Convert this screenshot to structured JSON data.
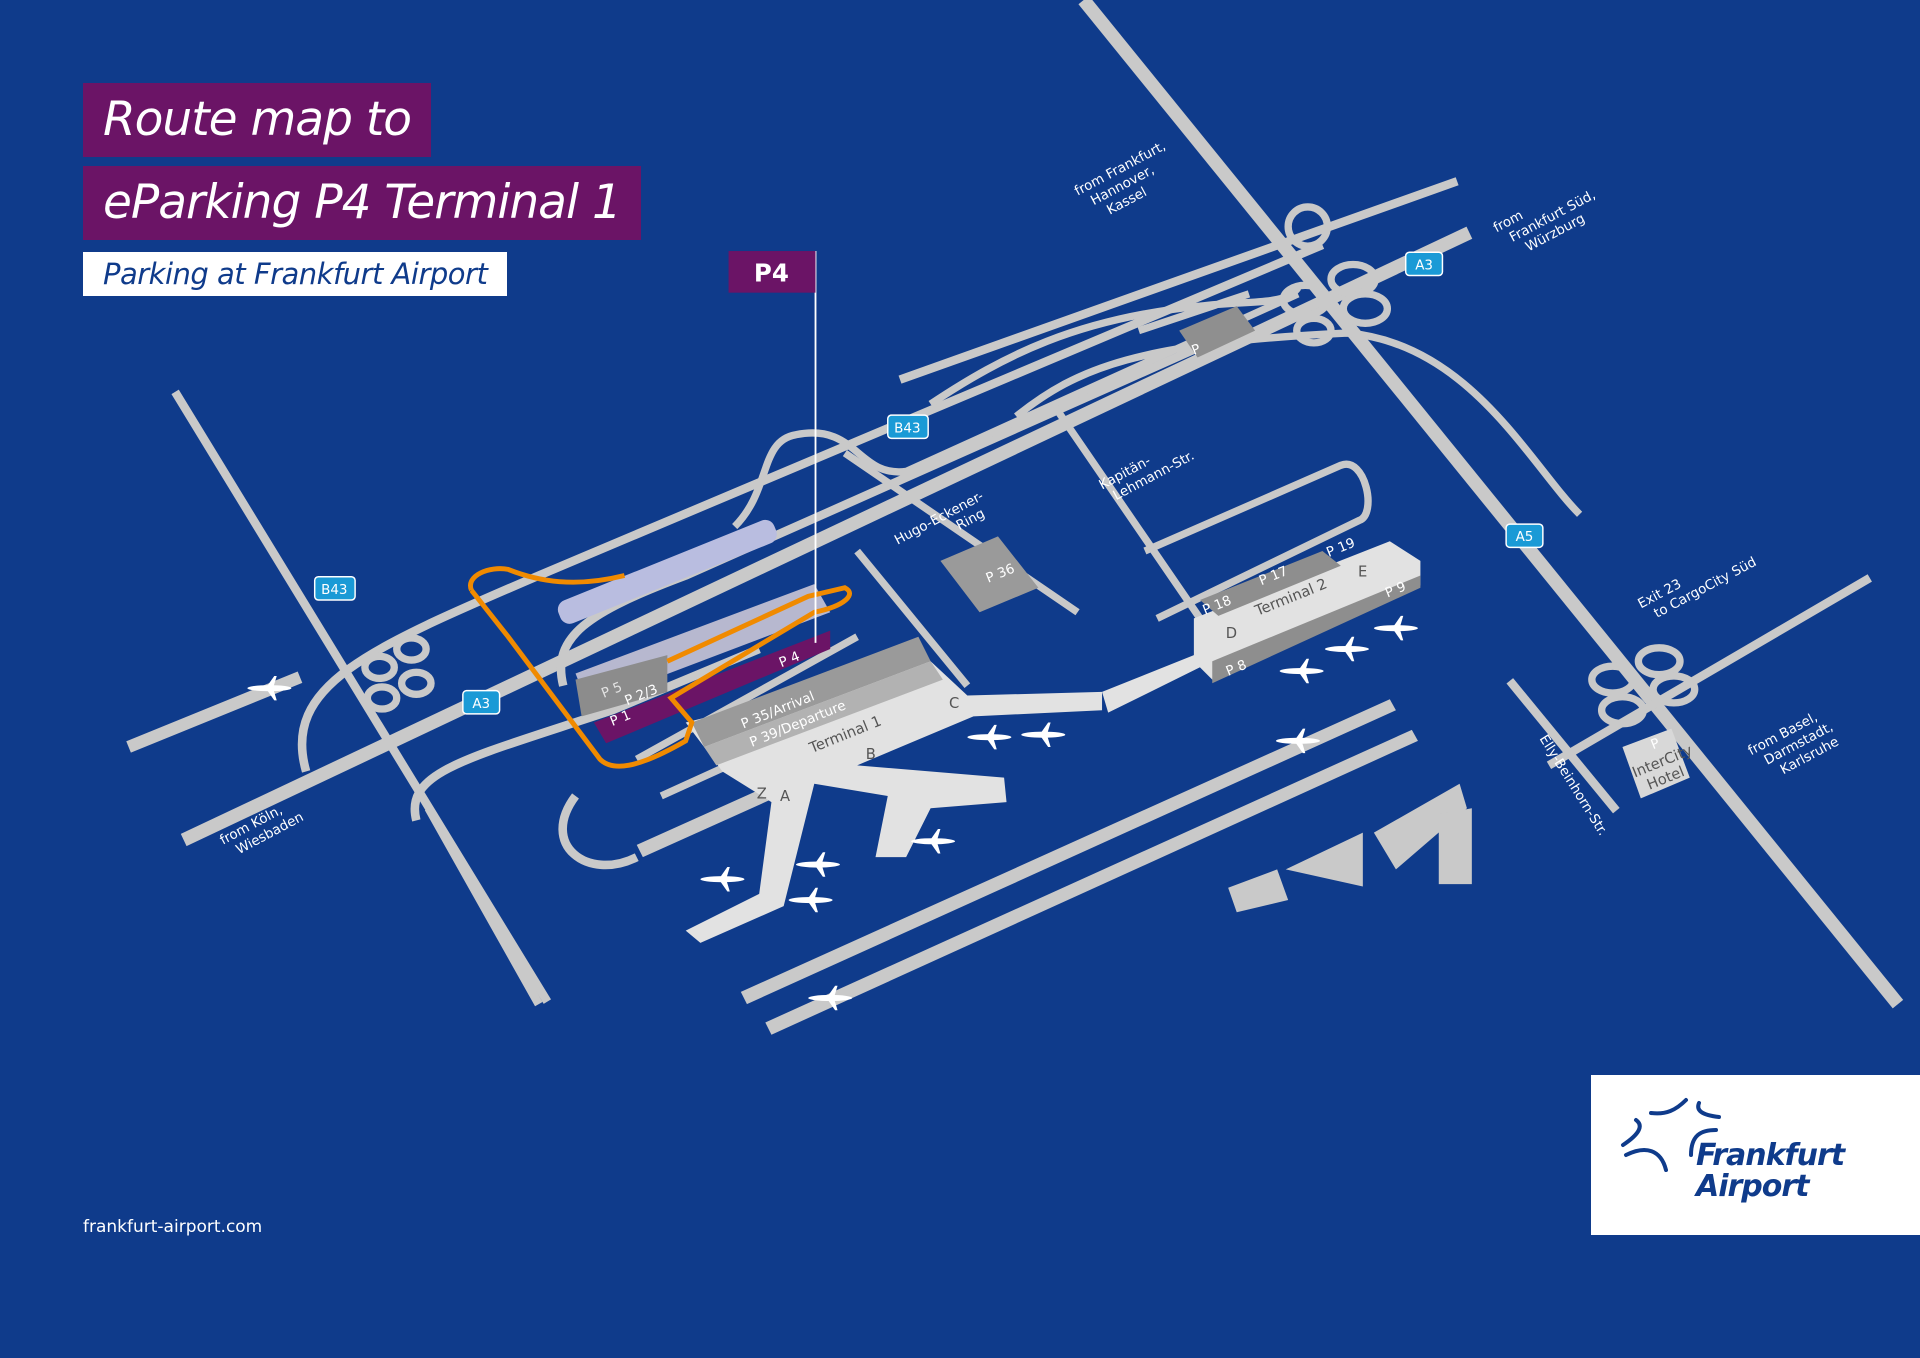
{
  "header": {
    "title_line1": "Route map to",
    "title_line2": "eParking P4 Terminal 1",
    "subtitle": "Parking at Frankfurt Airport"
  },
  "colors": {
    "background": "#0f3b8b",
    "title_band": "#6b1466",
    "road": "#c9c9c9",
    "route": "#f08a00",
    "highway_shield": "#1a9ad6"
  },
  "marker": {
    "label": "P4"
  },
  "shields": {
    "a3_west": "A3",
    "a3_east": "A3",
    "a5": "A5",
    "b43_west": "B43",
    "b43_north": "B43"
  },
  "directions": {
    "north": [
      "from Frankfurt,",
      "Hannover,",
      "Kassel"
    ],
    "east": [
      "from",
      "Frankfurt Süd,",
      "Würzburg"
    ],
    "west": [
      "from Köln,",
      "Wiesbaden"
    ],
    "south": [
      "from Basel,",
      "Darmstadt,",
      "Karlsruhe"
    ],
    "exit": [
      "Exit 23",
      "to CargoCity Süd"
    ]
  },
  "streets": {
    "hugo": [
      "Hugo-Eckener-",
      "Ring"
    ],
    "kapitan": [
      "Kapitän-",
      "Lehmann-Str."
    ],
    "elly": "Elly-Beinhorn-Str."
  },
  "parking": {
    "p4": "P 4",
    "p5": "P 5",
    "p23": "P 2/3",
    "p1": "P 1",
    "p35": "P 35/Arrival",
    "p39": "P 39/Departure",
    "p36": "P 36",
    "p18": "P 18",
    "p17": "P 17",
    "p19": "P 19",
    "p8": "P 8",
    "p9": "P 9",
    "p_north": "P",
    "p_hotel": "P"
  },
  "terminals": {
    "t1": "Terminal 1",
    "t2": "Terminal 2"
  },
  "gates": {
    "a": "A",
    "b": "B",
    "c": "C",
    "z": "Z",
    "d": "D",
    "e": "E"
  },
  "hotel": [
    "InterCity",
    "Hotel"
  ],
  "footer": {
    "url": "frankfurt-airport.com"
  },
  "logo": {
    "line1": "Frankfurt",
    "line2": "Airport"
  }
}
